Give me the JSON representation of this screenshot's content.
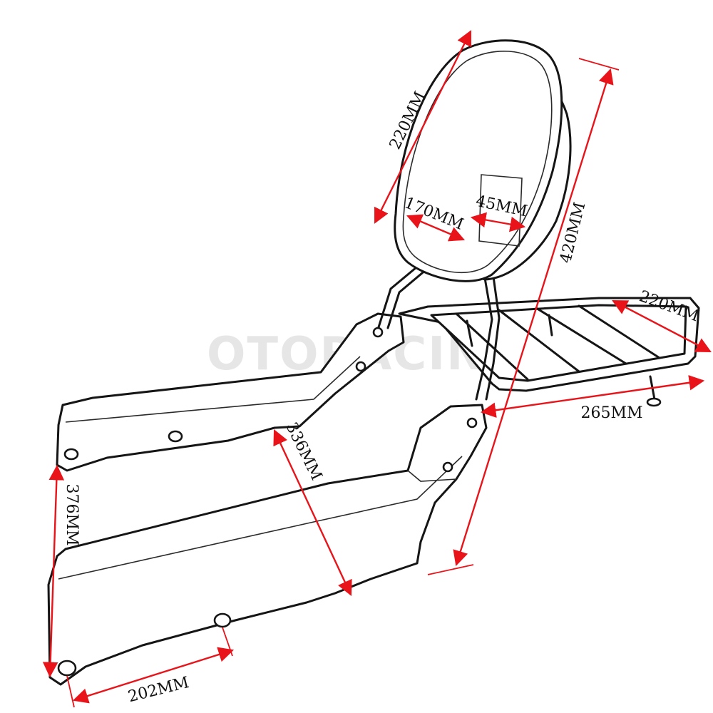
{
  "watermark": "OTORACING",
  "colors": {
    "dimension": "#e8141a",
    "outline": "#151515",
    "label": "#111111",
    "watermark": "#e6e6e6"
  },
  "dimensions": {
    "pad_height": "220MM",
    "pad_width": "170MM",
    "pad_depth": "45MM",
    "total_height": "420MM",
    "rack_width": "220MM",
    "rack_length": "265MM",
    "plate_length": "336MM",
    "mount_height": "376MM",
    "hole_spacing": "202MM"
  }
}
